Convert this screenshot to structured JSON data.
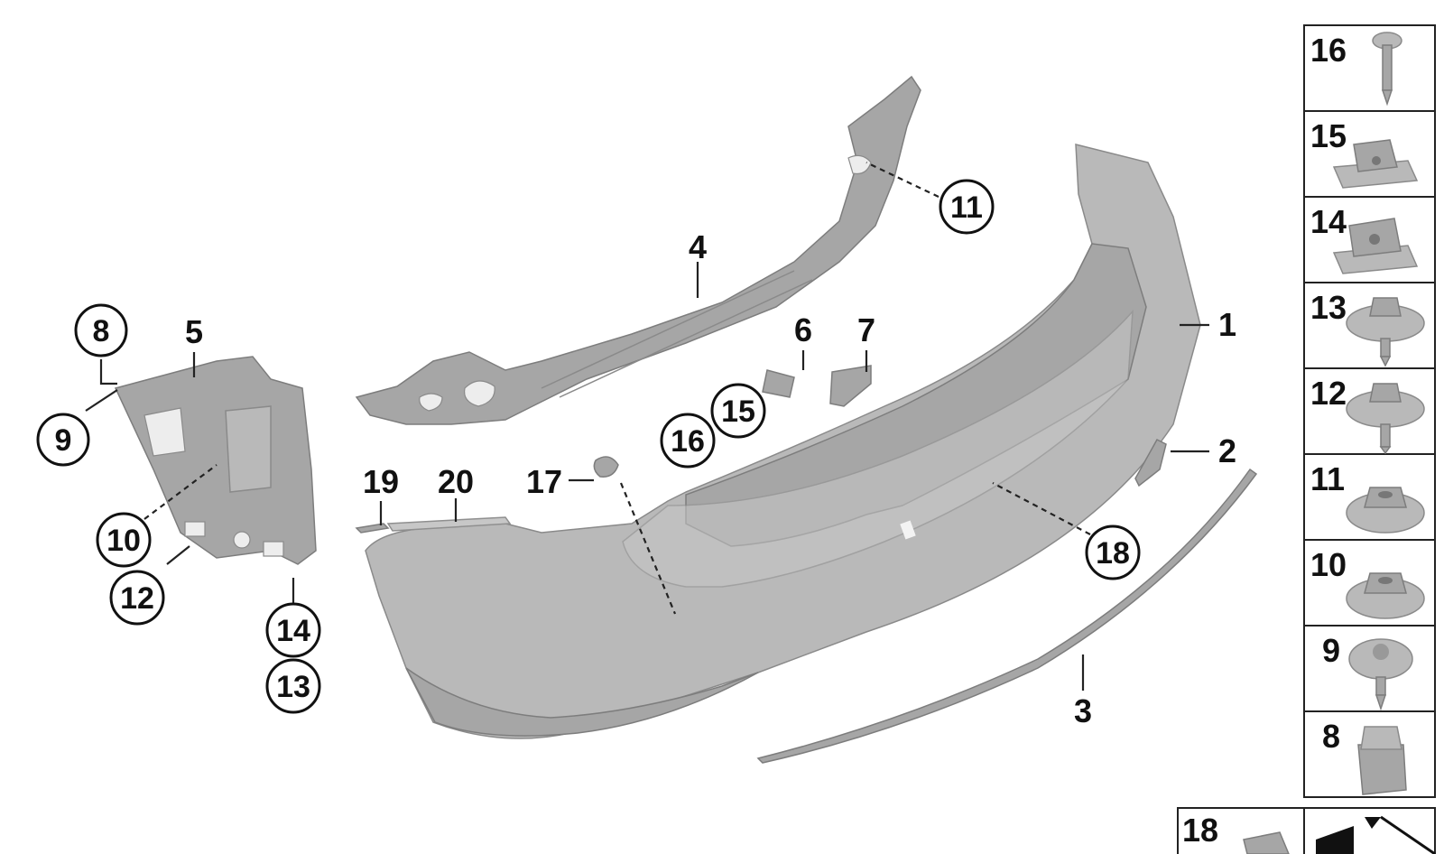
{
  "diagram": {
    "labels": [
      {
        "id": "1",
        "text": "1"
      },
      {
        "id": "2",
        "text": "2"
      },
      {
        "id": "3",
        "text": "3"
      },
      {
        "id": "4",
        "text": "4"
      },
      {
        "id": "5",
        "text": "5"
      },
      {
        "id": "6",
        "text": "6"
      },
      {
        "id": "7",
        "text": "7"
      },
      {
        "id": "8",
        "text": "8"
      },
      {
        "id": "9",
        "text": "9"
      },
      {
        "id": "10",
        "text": "10"
      },
      {
        "id": "11",
        "text": "11"
      },
      {
        "id": "12",
        "text": "12"
      },
      {
        "id": "13",
        "text": "13"
      },
      {
        "id": "14",
        "text": "14"
      },
      {
        "id": "15",
        "text": "15"
      },
      {
        "id": "16",
        "text": "16"
      },
      {
        "id": "17",
        "text": "17"
      },
      {
        "id": "18",
        "text": "18"
      },
      {
        "id": "19",
        "text": "19"
      },
      {
        "id": "20",
        "text": "20"
      }
    ],
    "fastener_table": [
      {
        "number": "16",
        "part": "screw"
      },
      {
        "number": "15",
        "part": "clip-nut"
      },
      {
        "number": "14",
        "part": "clip-nut"
      },
      {
        "number": "13",
        "part": "collar-screw"
      },
      {
        "number": "12",
        "part": "collar-screw"
      },
      {
        "number": "11",
        "part": "collar-nut"
      },
      {
        "number": "10",
        "part": "collar-nut"
      },
      {
        "number": "9",
        "part": "collar-screw"
      },
      {
        "number": "8",
        "part": "spire-nut"
      }
    ],
    "bottom_row": [
      {
        "number": "18",
        "part": "clip"
      }
    ],
    "colors": {
      "part": "#b9b9b9",
      "line": "#222222",
      "background": "#ffffff"
    }
  }
}
